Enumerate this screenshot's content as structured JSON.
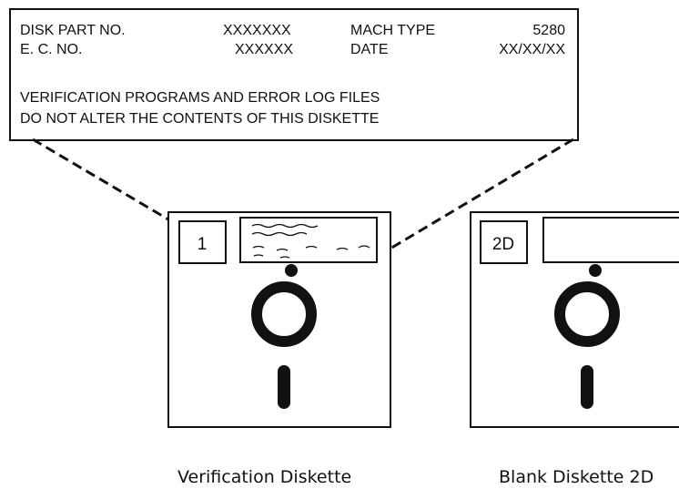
{
  "label_card": {
    "rows": [
      {
        "field": "DISK PART NO.",
        "value": "XXXXXXX",
        "field2": "MACH TYPE",
        "value2": "5280"
      },
      {
        "field": "E. C. NO.",
        "value": "XXXXXX",
        "field2": "DATE",
        "value2": "XX/XX/XX"
      }
    ],
    "notice_line1": "VERIFICATION PROGRAMS AND ERROR LOG FILES",
    "notice_line2": "DO NOT ALTER THE CONTENTS OF THIS DISKETTE"
  },
  "diskettes": [
    {
      "id": "verification",
      "number_tag": "1",
      "caption": "Verification Diskette"
    },
    {
      "id": "blank",
      "number_tag": "2D",
      "caption": "Blank Diskette 2D"
    }
  ],
  "colors": {
    "ink": "#111111",
    "background": "#ffffff"
  }
}
